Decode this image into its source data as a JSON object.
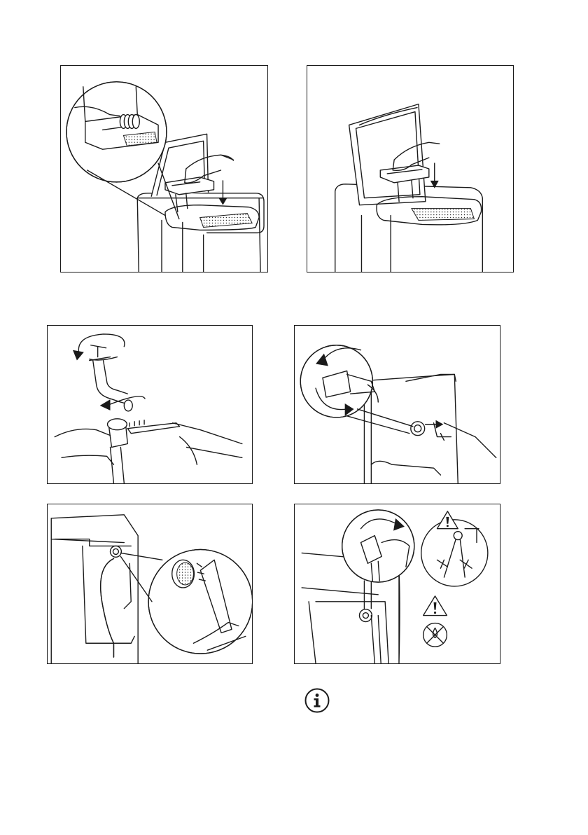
{
  "figures": [
    {
      "id": "fig1",
      "icons": [
        "washing-machine-top-open",
        "dispenser-drawer",
        "hand",
        "magnifier-circle",
        "arrow-down"
      ]
    },
    {
      "id": "fig2",
      "icons": [
        "washing-machine-top-open",
        "dispenser-drawer",
        "hand",
        "arrow-down"
      ]
    },
    {
      "id": "fig3",
      "icons": [
        "water-tap",
        "rotate-arrow",
        "inlet-hose-filter",
        "toothbrush",
        "hands"
      ]
    },
    {
      "id": "fig4",
      "icons": [
        "inlet-hose-connector",
        "rotate-arrow",
        "machine-back",
        "magnifier-circle"
      ]
    },
    {
      "id": "fig5",
      "icons": [
        "machine-back",
        "inlet-filter",
        "brush",
        "magnifier-circle"
      ]
    },
    {
      "id": "fig6",
      "icons": [
        "inlet-hose-connector",
        "rotate-arrow",
        "warning-triangle",
        "no-leak-symbol",
        "magnifier-circle"
      ]
    }
  ],
  "info_icon": "info-icon",
  "colors": {
    "line": "#1a1a1a",
    "background": "#ffffff"
  }
}
